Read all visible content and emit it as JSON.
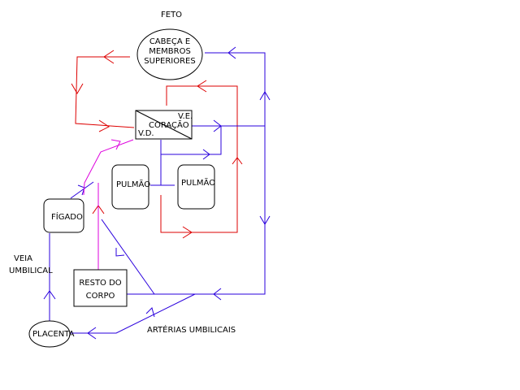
{
  "title": "FETO",
  "nodes": {
    "head": [
      "CABEÇA E",
      "MEMBROS",
      "SUPERIORES"
    ],
    "heart": "CORAÇÃO",
    "heart_left": "V.E.",
    "heart_right": "V.D.",
    "lung_left": "PULMÃO",
    "lung_right": "PULMÃO",
    "liver": "FÍGADO",
    "body": [
      "RESTO DO",
      "CORPO"
    ],
    "placenta": "PLACENTA"
  },
  "labels": {
    "vein": [
      "VEIA",
      "UMBILICAL"
    ],
    "arteries": "ARTÉRIAS UMBILICAIS"
  },
  "colors": {
    "arterial": "#dd0000",
    "venous": "#2a00dd",
    "mixed": "#dd00dd",
    "outline": "#000000"
  }
}
